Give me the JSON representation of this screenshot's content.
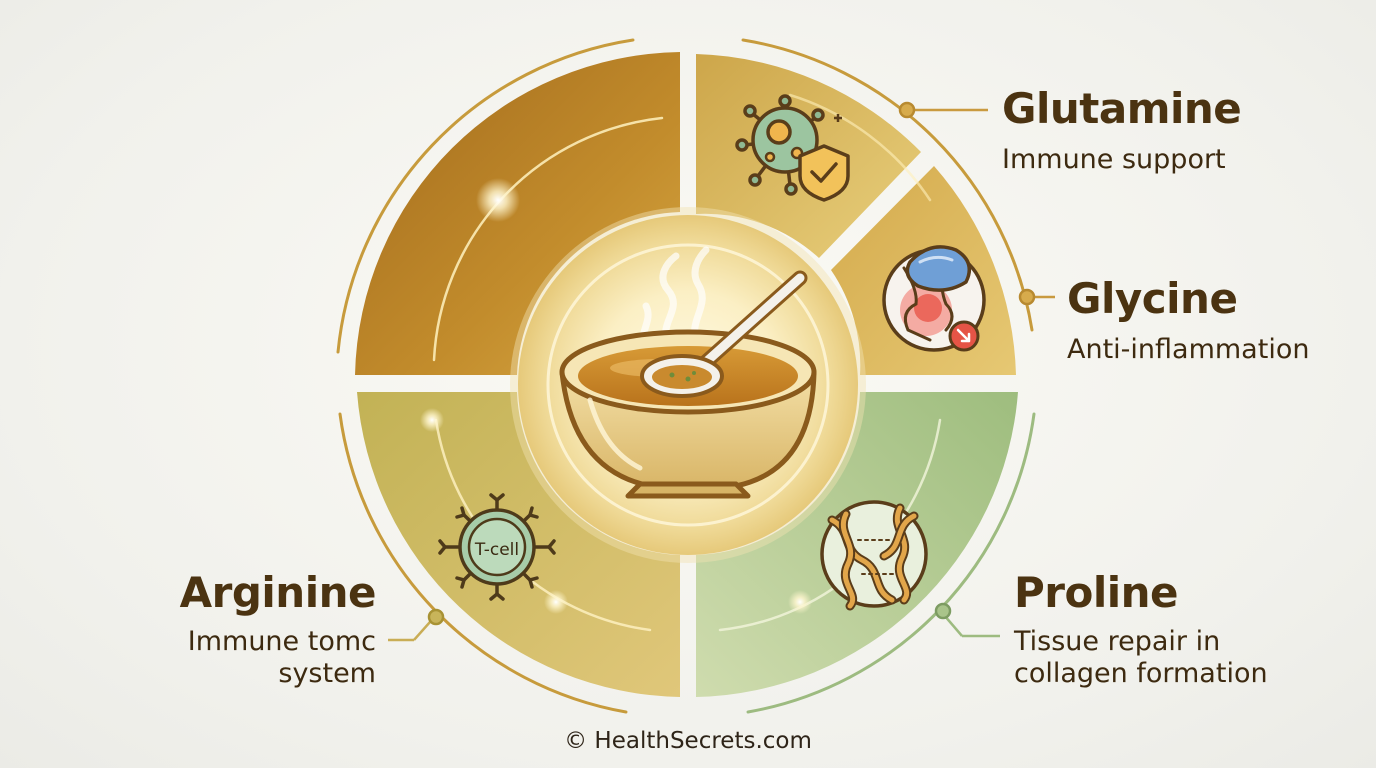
{
  "colors": {
    "gold_dark": "#a8701e",
    "gold_light": "#dcc06a",
    "olive": "#c9b960",
    "sage": "#a9c48a",
    "text_brown": "#4b3311"
  },
  "nutrients": [
    {
      "name": "Glutamine",
      "desc": "Immune support",
      "icon": "virus-shield-icon"
    },
    {
      "name": "Glycine",
      "desc": "Anti-inflammation",
      "icon": "inflamed-joint-ice-pack-icon"
    },
    {
      "name": "Arginine",
      "desc": "Immune tomc\nsystem",
      "icon": "t-cell-icon",
      "icon_text": "T-cell"
    },
    {
      "name": "Proline",
      "desc": "Tissue repair in\ncollagen formation",
      "icon": "collagen-fibers-icon"
    }
  ],
  "center_icon": "bone-broth-bowl-icon",
  "footer": "© HealthSecrets.com"
}
